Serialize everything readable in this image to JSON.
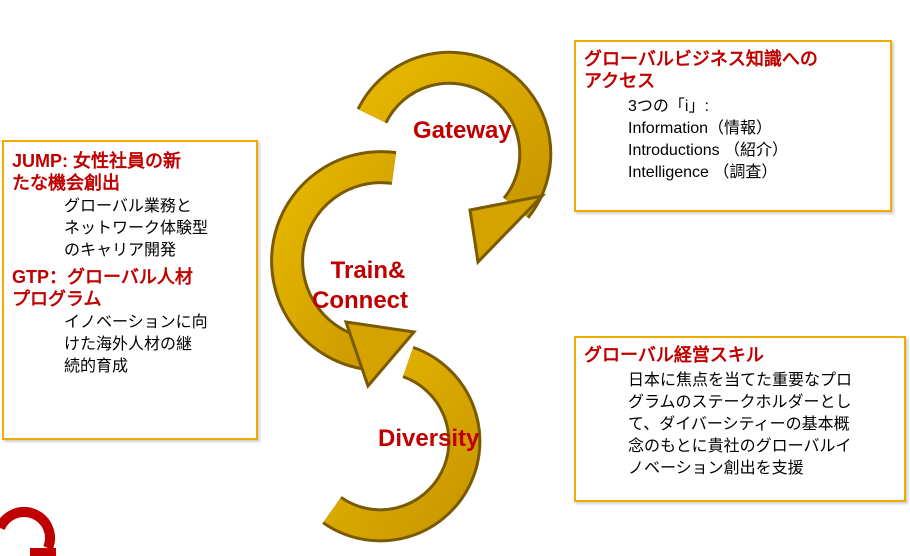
{
  "colors": {
    "arrow_fill": "#d4a300",
    "arrow_stroke": "#7a5a00",
    "accent_red": "#c00000",
    "box_border": "#f2a900"
  },
  "cycle": {
    "stage_1": "Gateway",
    "stage_2_line_1": "Train&",
    "stage_2_line_2": "Connect",
    "stage_3": "Diversity"
  },
  "box_left": {
    "heading_1_line_1": "JUMP: 女性社員の新",
    "heading_1_line_2": "たな機会創出",
    "body_1_line_1": "グローバル業務と",
    "body_1_line_2": "ネットワーク体験型",
    "body_1_line_3": "のキャリア開発",
    "heading_2_line_1": "GTP：グローバル人材",
    "heading_2_line_2": "プログラム",
    "body_2_line_1": "イノベーションに向",
    "body_2_line_2": "けた海外人材の継",
    "body_2_line_3": "続的育成"
  },
  "box_top_right": {
    "heading_line_1": "グローバルビジネス知識への",
    "heading_line_2": "アクセス",
    "body_line_1": "3つの「i」:",
    "body_line_2": "Information（情報）",
    "body_line_3": "Introductions （紹介）",
    "body_line_4": "Intelligence （調査）"
  },
  "box_bottom_right": {
    "heading": "グローバル経営スキル",
    "body_line_1": "日本に焦点を当てた重要なプロ",
    "body_line_2": "グラムのステークホルダーとし",
    "body_line_3": "て、ダイバーシティーの基本概",
    "body_line_4": "念のもとに貴社のグローバルイ",
    "body_line_5": "ノベーション創出を支援"
  },
  "logo": {
    "name": "logo-icon"
  }
}
